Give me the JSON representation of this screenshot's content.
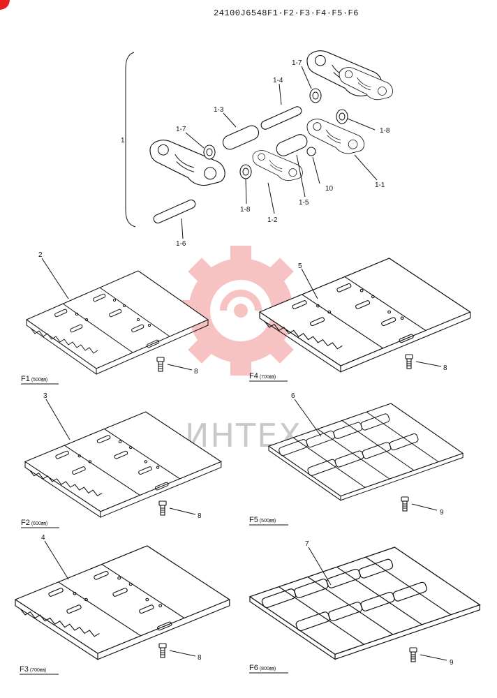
{
  "header": {
    "title": "24100J6548F1·F2·F3·F4·F5·F6"
  },
  "badge": {
    "color": "#e8211c"
  },
  "watermark": {
    "text": "ИНТЕХ",
    "gear_color": "#f6b8b8",
    "text_color": "#c9c9c9"
  },
  "assembly": {
    "group_label": "1",
    "parts": [
      {
        "id": "1-1",
        "label": "1-1"
      },
      {
        "id": "1-2",
        "label": "1-2"
      },
      {
        "id": "1-3",
        "label": "1-3"
      },
      {
        "id": "1-4",
        "label": "1-4"
      },
      {
        "id": "1-5",
        "label": "1-5"
      },
      {
        "id": "1-6",
        "label": "1-6"
      },
      {
        "id": "1-7a",
        "label": "1-7"
      },
      {
        "id": "1-7b",
        "label": "1-7"
      },
      {
        "id": "1-8a",
        "label": "1-8"
      },
      {
        "id": "1-8b",
        "label": "1-8"
      },
      {
        "id": "10",
        "label": "10"
      }
    ]
  },
  "figures": [
    {
      "id": "F1",
      "name": "F1",
      "size": "(500㎜)",
      "shoe_label": "2",
      "bolt_label": "8"
    },
    {
      "id": "F4",
      "name": "F4",
      "size": "(700㎜)",
      "shoe_label": "5",
      "bolt_label": "8"
    },
    {
      "id": "F2",
      "name": "F2",
      "size": "(600㎜)",
      "shoe_label": "3",
      "bolt_label": "8"
    },
    {
      "id": "F5",
      "name": "F5",
      "size": "(500㎜)",
      "shoe_label": "6",
      "bolt_label": "9"
    },
    {
      "id": "F3",
      "name": "F3",
      "size": "(700㎜)",
      "shoe_label": "4",
      "bolt_label": "8"
    },
    {
      "id": "F6",
      "name": "F6",
      "size": "(800㎜)",
      "shoe_label": "7",
      "bolt_label": "9"
    }
  ]
}
